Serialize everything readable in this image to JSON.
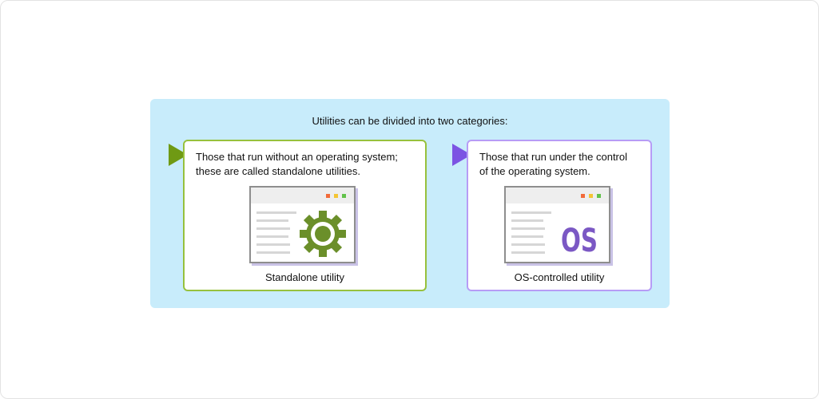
{
  "diagram": {
    "title": "Utilities can be divided into two categories:",
    "categories": [
      {
        "text_lines": [
          "Those that run without an operating system;",
          "these are called standalone utilities."
        ],
        "caption": "Standalone utility",
        "icon": "gear-icon",
        "accent": "#97c13d",
        "marker_color": "#6f9a14"
      },
      {
        "text_lines": [
          "Those that run under the control",
          "of the operating system."
        ],
        "caption": "OS-controlled utility",
        "icon_text": "OS",
        "icon": "os-logo-icon",
        "accent": "#b79cf6",
        "marker_color": "#7c54e3"
      }
    ]
  },
  "colors": {
    "panel_background": "#c8ecfb",
    "gear": "#6b8f2a",
    "os_logo": "#7b58c4"
  }
}
